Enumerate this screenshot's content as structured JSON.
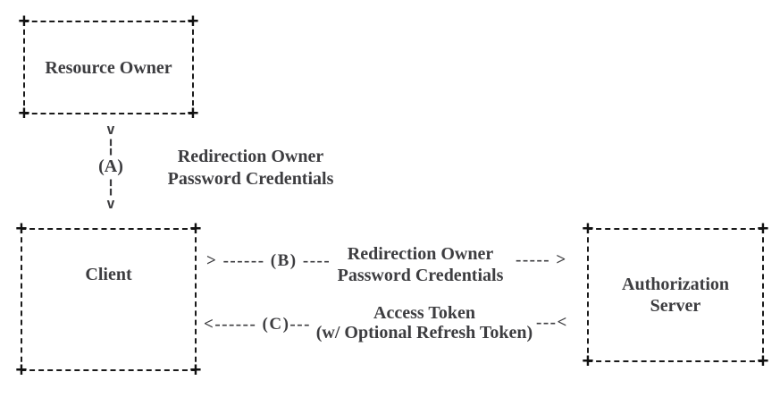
{
  "diagram": {
    "background_color": "#ffffff",
    "text_color": "#3d3d40",
    "line_color": "#1a1a1a",
    "glyphs": {
      "corner_plus": "+"
    },
    "boxes": {
      "resource_owner": {
        "label": "Resource Owner"
      },
      "client": {
        "label": "Client"
      },
      "authorization_server": {
        "label": "Authorization Server"
      }
    },
    "flows": {
      "a": {
        "arrowhead_top": "v",
        "dash_segment": "¦",
        "step_label": "(A)",
        "arrowhead_bottom": "v",
        "caption_line1": "Redirection Owner",
        "caption_line2": "Password Credentials"
      },
      "b": {
        "ascii_left": "> ------ (B) ----",
        "caption_line1": "Redirection Owner",
        "caption_line2": "Password Credentials",
        "ascii_right": "----- >"
      },
      "c": {
        "ascii_left": "<------ (C)---",
        "caption_line1": "Access Token",
        "caption_line2": "(w/ Optional Refresh Token)",
        "ascii_right": "---<"
      }
    }
  }
}
